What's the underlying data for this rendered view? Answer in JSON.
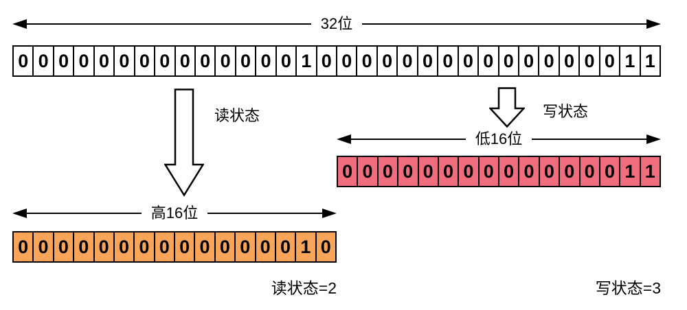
{
  "diagram": {
    "top": {
      "span_label": "32位",
      "bits": [
        "0",
        "0",
        "0",
        "0",
        "0",
        "0",
        "0",
        "0",
        "0",
        "0",
        "0",
        "0",
        "0",
        "0",
        "1",
        "0",
        "0",
        "0",
        "0",
        "0",
        "0",
        "0",
        "0",
        "0",
        "0",
        "0",
        "0",
        "0",
        "0",
        "0",
        "1",
        "1"
      ]
    },
    "read": {
      "arrow_label": "读状态",
      "section_label": "高16位",
      "bits": [
        "0",
        "0",
        "0",
        "0",
        "0",
        "0",
        "0",
        "0",
        "0",
        "0",
        "0",
        "0",
        "0",
        "0",
        "1",
        "0"
      ],
      "cell_color": "#f8a459",
      "result": "读状态=2"
    },
    "write": {
      "arrow_label": "写状态",
      "section_label": "低16位",
      "bits": [
        "0",
        "0",
        "0",
        "0",
        "0",
        "0",
        "0",
        "0",
        "0",
        "0",
        "0",
        "0",
        "0",
        "0",
        "1",
        "1"
      ],
      "cell_color": "#ef6d7d",
      "result": "写状态=3"
    }
  }
}
